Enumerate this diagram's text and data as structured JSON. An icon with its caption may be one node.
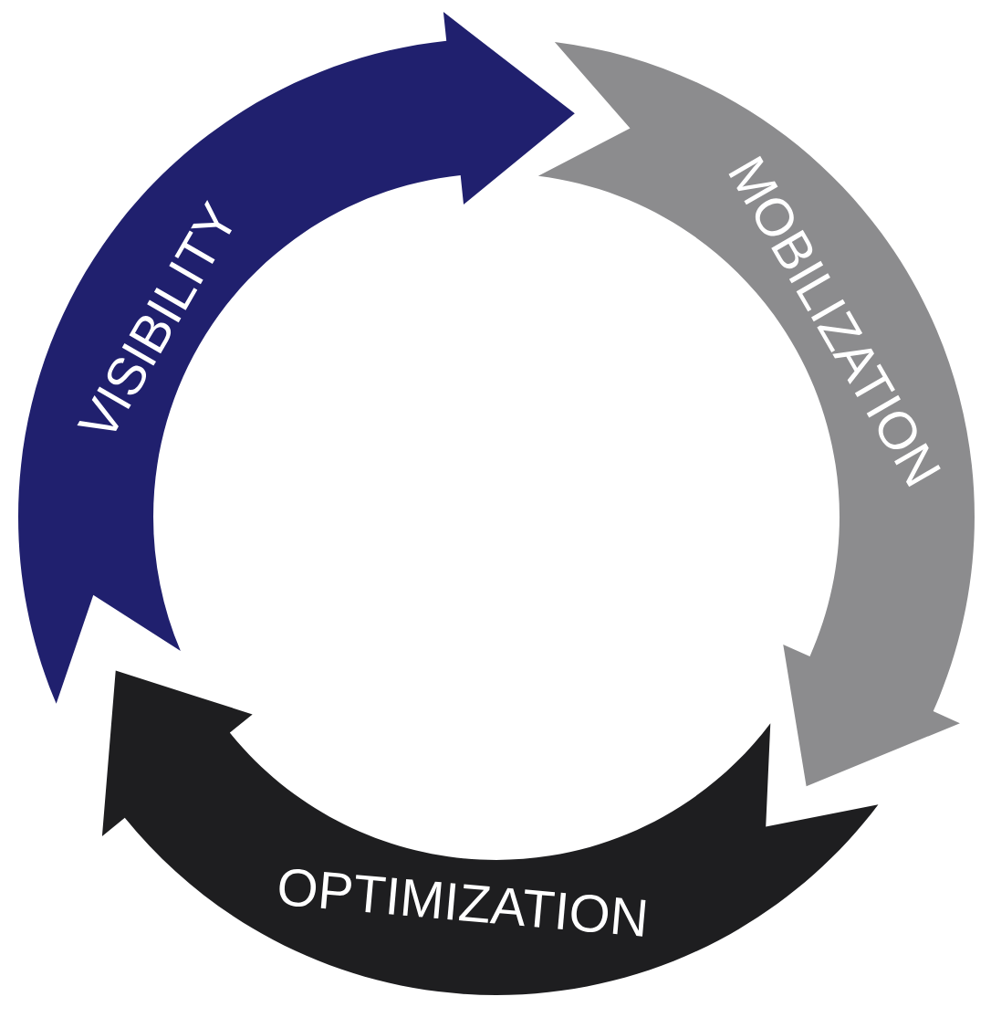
{
  "diagram": {
    "nodes": [
      {
        "text": [
          "VISIBILITY"
        ]
      },
      {
        "text": [
          "MOBILIZATION"
        ]
      },
      {
        "text": [
          "OPTIMIZATION"
        ]
      }
    ]
  }
}
